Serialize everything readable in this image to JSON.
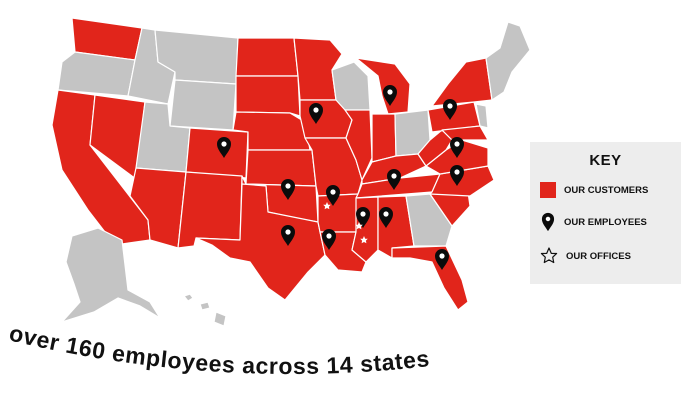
{
  "key": {
    "title": "KEY",
    "customers_label": "OUR CUSTOMERS",
    "employees_label": "OUR EMPLOYEES",
    "offices_label": "OUR OFFICES"
  },
  "tagline": "over 160 employees across 14 states",
  "colors": {
    "customer_fill": "#e1251b",
    "non_customer_fill": "#c4c4c4",
    "key_background": "#ededed"
  },
  "customer_states": [
    "Washington",
    "California",
    "Nevada",
    "Arizona",
    "Colorado",
    "New Mexico",
    "North Dakota",
    "South Dakota",
    "Nebraska",
    "Kansas",
    "Oklahoma",
    "Texas",
    "Minnesota",
    "Iowa",
    "Missouri",
    "Arkansas",
    "Louisiana",
    "Illinois",
    "Indiana",
    "Michigan",
    "Kentucky",
    "Tennessee",
    "Mississippi",
    "Alabama",
    "Florida",
    "South Carolina",
    "North Carolina",
    "Virginia",
    "West Virginia",
    "Pennsylvania",
    "New York",
    "Maryland"
  ],
  "employee_states": [
    "Colorado",
    "Oklahoma",
    "Texas",
    "Arkansas",
    "Louisiana",
    "Mississippi",
    "Alabama",
    "Iowa",
    "Michigan",
    "Pennsylvania",
    "Tennessee",
    "Virginia",
    "North Carolina",
    "Florida"
  ],
  "office_states": [
    "Arkansas",
    "Mississippi"
  ]
}
